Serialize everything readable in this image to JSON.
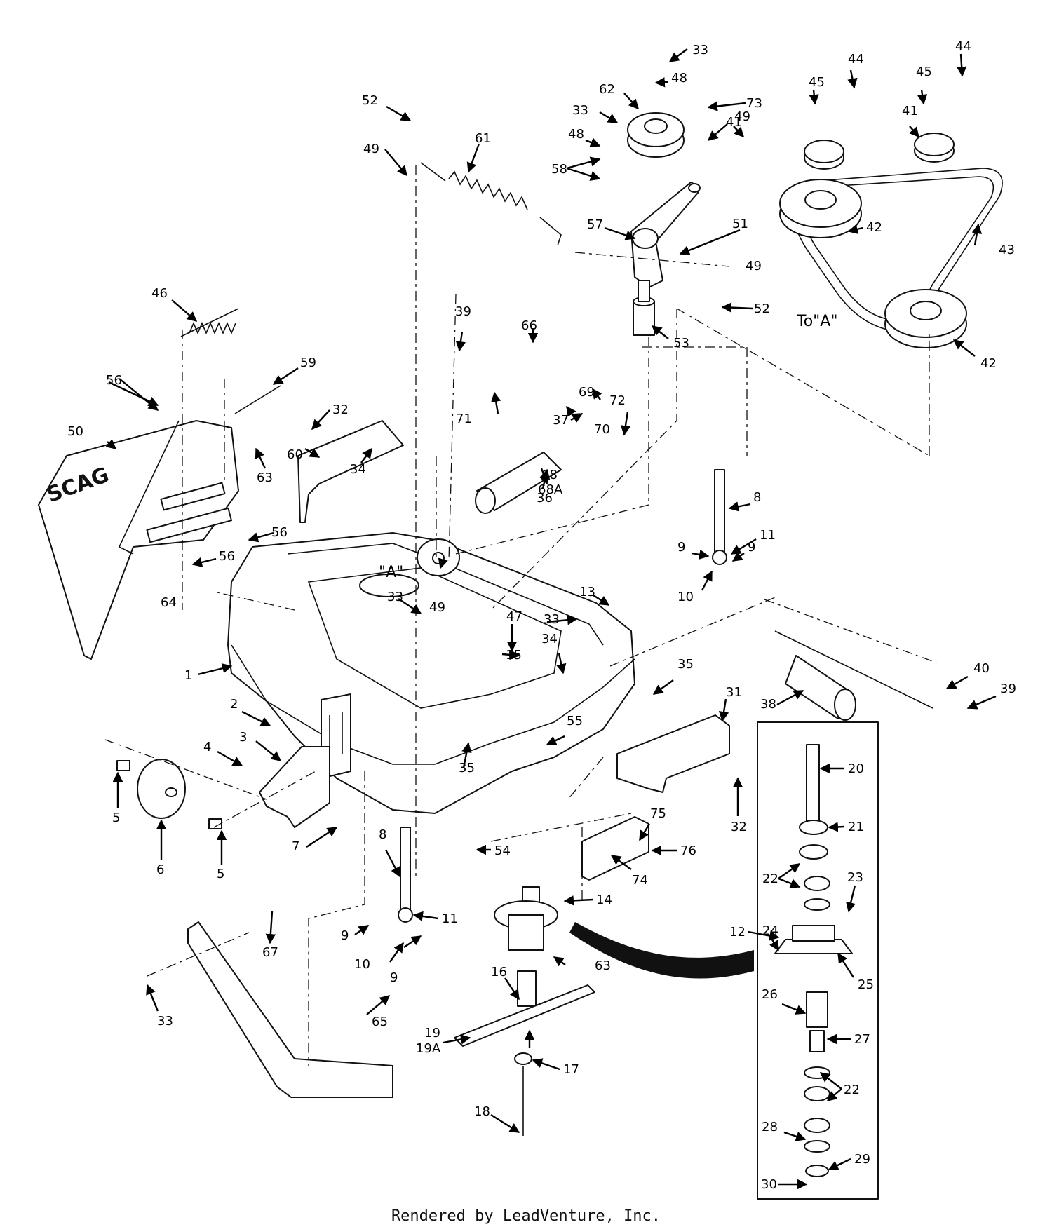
{
  "brand_label": "SCAG",
  "footer": "Rendered by LeadVenture, Inc.",
  "refs": {
    "to_a": "To\"A\"",
    "a_mark": "\"A\""
  },
  "callouts": {
    "c1": "1",
    "c2": "2",
    "c3": "3",
    "c4": "4",
    "c5a": "5",
    "c5b": "5",
    "c6": "6",
    "c7": "7",
    "c8a": "8",
    "c8b": "8",
    "c9a": "9",
    "c9b": "9",
    "c9c": "9",
    "c9d": "9",
    "c10a": "10",
    "c10b": "10",
    "c11a": "11",
    "c11b": "11",
    "c12": "12",
    "c13": "13",
    "c14": "14",
    "c15": "15",
    "c16": "16",
    "c17": "17",
    "c18": "18",
    "c19": "19",
    "c19a": "19A",
    "c20": "20",
    "c21": "21",
    "c22a": "22",
    "c22b": "22",
    "c23": "23",
    "c24": "24",
    "c25": "25",
    "c26": "26",
    "c27": "27",
    "c28": "28",
    "c29": "29",
    "c30": "30",
    "c31": "31",
    "c32a": "32",
    "c32b": "32",
    "c33a": "33",
    "c33b": "33",
    "c33c": "33",
    "c33d": "33",
    "c33e": "33",
    "c34a": "34",
    "c34b": "34",
    "c35a": "35",
    "c35b": "35",
    "c36": "36",
    "c37": "37",
    "c38": "38",
    "c39a": "39",
    "c39b": "39",
    "c40": "40",
    "c41a": "41",
    "c41b": "41",
    "c42a": "42",
    "c42b": "42",
    "c43": "43",
    "c44a": "44",
    "c44b": "44",
    "c45a": "45",
    "c45b": "45",
    "c46": "46",
    "c47": "47",
    "c48a": "48",
    "c48b": "48",
    "c49a": "49",
    "c49b": "49",
    "c49c": "49",
    "c49d": "49",
    "c50": "50",
    "c51": "51",
    "c52a": "52",
    "c52b": "52",
    "c53": "53",
    "c54": "54",
    "c55": "55",
    "c56a": "56",
    "c56b": "56",
    "c56c": "56",
    "c57": "57",
    "c58": "58",
    "c59": "59",
    "c60": "60",
    "c61": "61",
    "c62": "62",
    "c63a": "63",
    "c63b": "63",
    "c64": "64",
    "c65": "65",
    "c66": "66",
    "c67": "67",
    "c68": "68",
    "c68a": "68A",
    "c69": "69",
    "c70": "70",
    "c71": "71",
    "c72": "72",
    "c73": "73",
    "c74": "74",
    "c75": "75",
    "c76": "76"
  }
}
